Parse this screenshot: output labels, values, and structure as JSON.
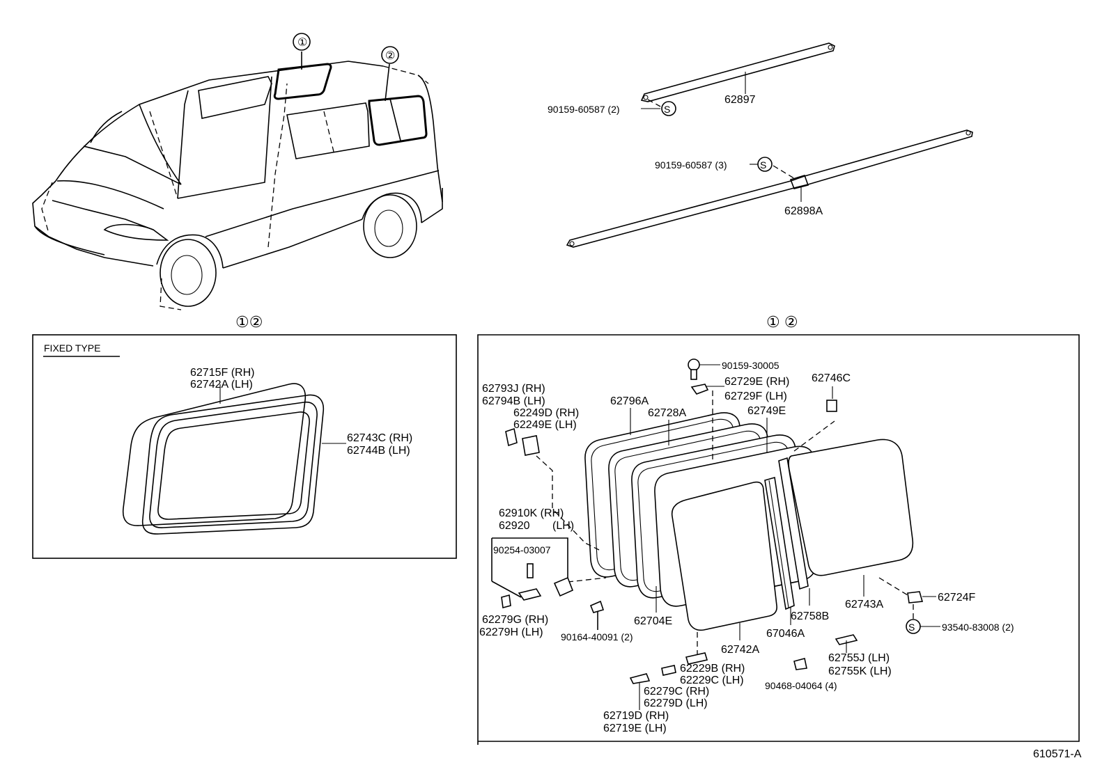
{
  "van": {
    "callout_1": "①",
    "callout_2": "②"
  },
  "bars": {
    "upper_screw": "90159-60587 (2)",
    "upper_bar": "62897",
    "lower_screw": "90159-60587 (3)",
    "lower_bar": "62898A",
    "s_symbol": "S"
  },
  "left_panel": {
    "heading": "①②",
    "box_title": "FIXED TYPE",
    "glass_rh": "62715F (RH)",
    "glass_lh": "62742A (LH)",
    "weather_rh": "62743C (RH)",
    "weather_lh": "62744B (LH)"
  },
  "right_panel": {
    "heading": "① ②",
    "p90159_30005": "90159-30005",
    "p62729E": "62729E (RH)",
    "p62729F": "62729F (LH)",
    "p62746C": "62746C",
    "p62793J": "62793J (RH)",
    "p62794B": "62794B (LH)",
    "p62249D": "62249D (RH)",
    "p62249E": "62249E (LH)",
    "p62796A": "62796A",
    "p62728A": "62728A",
    "p62749E": "62749E",
    "p62910K": "62910K (RH)",
    "p62920": "62920",
    "p62920_lh": "(LH)",
    "p90254": "90254-03007",
    "p62279G": "62279G (RH)",
    "p62279H": "62279H (LH)",
    "p90164": "90164-40091 (2)",
    "p62704E": "62704E",
    "p62742A": "62742A",
    "p67046A": "67046A",
    "p62758B": "62758B",
    "p62743A": "62743A",
    "p62724F": "62724F",
    "p93540": "93540-83008 (2)",
    "p62755J": "62755J (LH)",
    "p62755K": "62755K (LH)",
    "p90468": "90468-04064 (4)",
    "p62229B": "62229B (RH)",
    "p62229C": "62229C (LH)",
    "p62279C": "62279C (RH)",
    "p62279D": "62279D (LH)",
    "p62719D": "62719D (RH)",
    "p62719E": "62719E (LH)",
    "s_symbol": "S"
  },
  "footer": {
    "diagram_id": "610571-A"
  }
}
